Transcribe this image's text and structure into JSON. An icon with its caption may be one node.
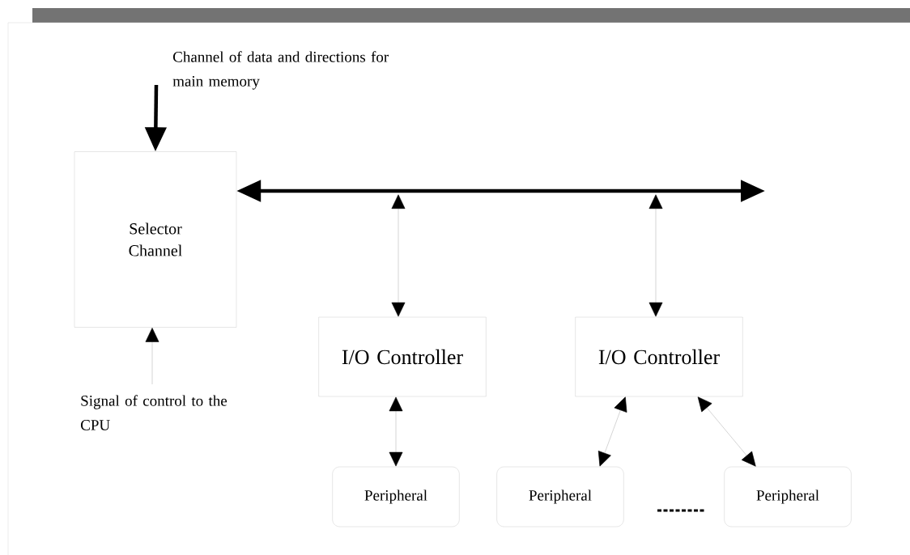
{
  "diagram": {
    "nodes": [
      {
        "text": [
          "Selector Channel"
        ]
      },
      {
        "text": [
          "I/O Controller"
        ]
      },
      {
        "text": [
          "I/O Controller"
        ]
      },
      {
        "text": [
          "Peripheral"
        ]
      },
      {
        "text": [
          "Peripheral"
        ]
      },
      {
        "text": [
          "Peripheral"
        ]
      }
    ],
    "edges": [
      {
        "from": null,
        "to": 0,
        "arrow": "to",
        "style": "thick",
        "color": "#000000"
      },
      {
        "from": null,
        "to": 0,
        "arrow": "both",
        "style": "thick",
        "color": "#000000"
      },
      {
        "from": null,
        "to": 0,
        "arrow": "to"
      },
      {
        "from": null,
        "to": 1,
        "arrow": "both"
      },
      {
        "from": null,
        "to": 2,
        "arrow": "both"
      },
      {
        "from": 1,
        "to": 3,
        "arrow": "both"
      },
      {
        "from": 2,
        "to": 4,
        "arrow": "both"
      },
      {
        "from": 2,
        "to": 5,
        "arrow": "both"
      }
    ],
    "labels": [
      "Channel of data and directions for main memory",
      "Signal of control to the CPU"
    ]
  }
}
